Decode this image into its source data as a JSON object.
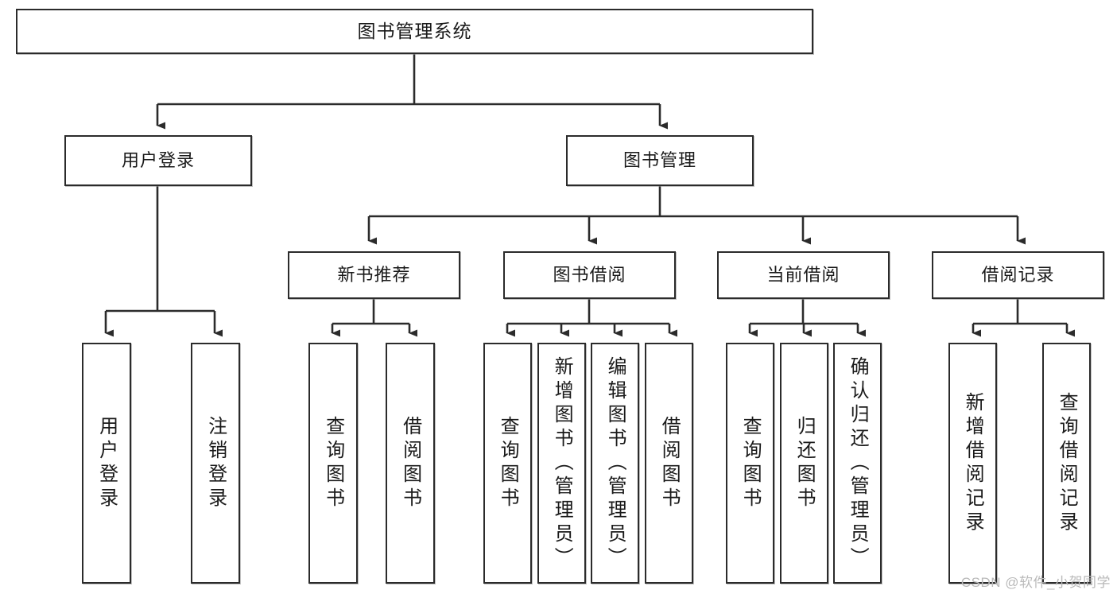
{
  "diagram": {
    "title": "图书管理系统",
    "type": "tree-hierarchy",
    "watermark": "CSDN @软件_小贺同学",
    "colors": {
      "box_border": "#2b2b2b",
      "box_fill": "#ffffff",
      "connector": "#2b2b2b",
      "text": "#1a1a1a",
      "watermark": "#b9b9b9"
    },
    "root": {
      "label": "图书管理系统"
    },
    "level2": [
      {
        "id": "user-login",
        "label": "用户登录"
      },
      {
        "id": "book-manage",
        "label": "图书管理"
      }
    ],
    "level3": [
      {
        "id": "new-book-rec",
        "label": "新书推荐"
      },
      {
        "id": "book-borrow",
        "label": "图书借阅"
      },
      {
        "id": "current-borrow",
        "label": "当前借阅"
      },
      {
        "id": "borrow-record",
        "label": "借阅记录"
      }
    ],
    "leaves": {
      "user-login": [
        {
          "id": "leaf-user-login",
          "label": "用户登录"
        },
        {
          "id": "leaf-logout-login",
          "label": "注销登录"
        }
      ],
      "new-book-rec": [
        {
          "id": "leaf-query-book-1",
          "label": "查询图书"
        },
        {
          "id": "leaf-borrow-book-1",
          "label": "借阅图书"
        }
      ],
      "book-borrow": [
        {
          "id": "leaf-query-book-2",
          "label": "查询图书"
        },
        {
          "id": "leaf-add-book",
          "label": "新增图书（管理员）"
        },
        {
          "id": "leaf-edit-book",
          "label": "编辑图书（管理员）"
        },
        {
          "id": "leaf-borrow-book-2",
          "label": "借阅图书"
        }
      ],
      "current-borrow": [
        {
          "id": "leaf-query-book-3",
          "label": "查询图书"
        },
        {
          "id": "leaf-return-book",
          "label": "归还图书"
        },
        {
          "id": "leaf-confirm-return",
          "label": "确认归还（管理员）"
        }
      ],
      "borrow-record": [
        {
          "id": "leaf-add-record",
          "label": "新增借阅记录"
        },
        {
          "id": "leaf-query-record",
          "label": "查询借阅记录"
        }
      ]
    }
  }
}
